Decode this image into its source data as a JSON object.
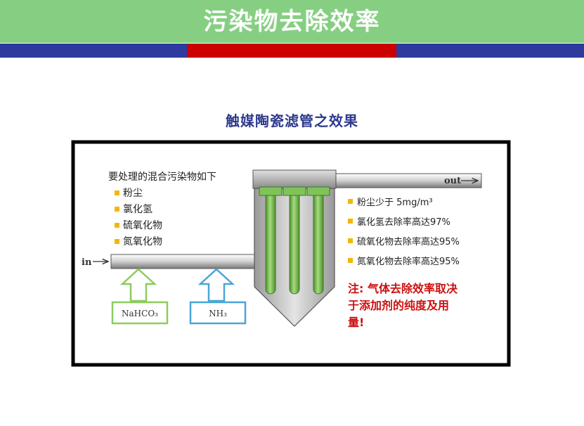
{
  "header": {
    "title": "污染物去除效率"
  },
  "diagram": {
    "title": "触媒陶瓷滤管之效果",
    "input_heading": "要处理的混合污染物如下",
    "pollutants": [
      "粉尘",
      "氯化氢",
      "硫氧化物",
      "氮氧化物"
    ],
    "in_label": "in",
    "out_label": "out",
    "reagents": [
      "NaHCO₃",
      "NH₃"
    ],
    "results": [
      "粉尘少于 5mg/m³",
      "氯化氢去除率高达97%",
      "硫氧化物去除率高达95%",
      "氮氧化物去除率高达95%"
    ],
    "note_lines": [
      "注: 气体去除效率取决",
      "于添加剂的纯度及用",
      "量!"
    ],
    "colors": {
      "bullet": "#f3b800",
      "note": "#cc1111",
      "filter": "#7fc35a",
      "title": "#2e3a8e",
      "arrow_green": "#8ccc5e",
      "arrow_blue": "#4aa6d8"
    }
  }
}
